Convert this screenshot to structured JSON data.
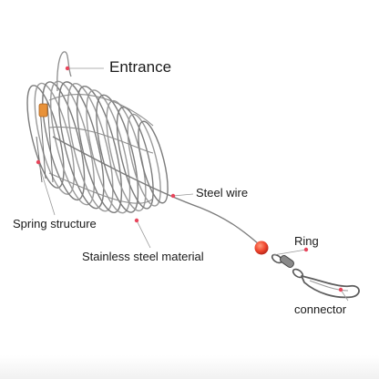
{
  "labels": {
    "entrance": "Entrance",
    "steel_wire": "Steel wire",
    "spring_structure": "Spring structure",
    "stainless_steel_material": "Stainless steel material",
    "ring": "Ring",
    "connector": "connector"
  },
  "colors": {
    "wire": "#8d8d8d",
    "wire_dark": "#5e5e5e",
    "pointer_dot": "#e8455b",
    "bead": "#f0462e",
    "text": "#1a1a1a"
  }
}
